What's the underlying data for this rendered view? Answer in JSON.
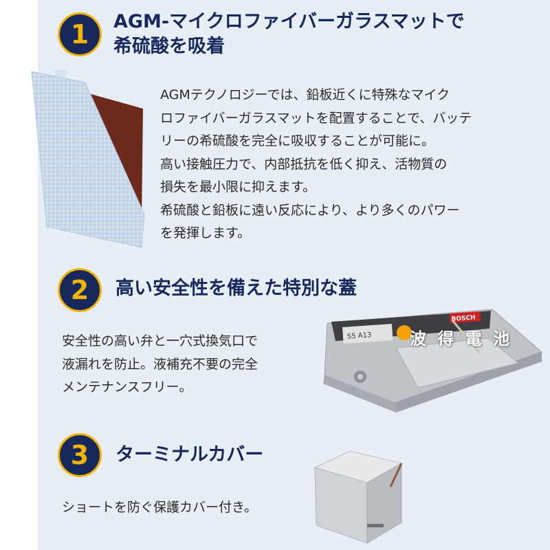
{
  "sections": [
    {
      "number": "1",
      "title_lines": [
        "AGM-マイクロファイバーガラスマットで",
        "希硫酸を吸着"
      ],
      "body_lines": [
        "AGMテクノロジーでは、鉛板近くに特殊なマイク",
        "ロファイバーガラスマットを配置することで、バッテ",
        "リーの希硫酸を完全に吸収することが可能に。",
        "高い接触圧力で、内部抵抗を低く抑え、活物質の",
        "損失を最小限に抑えます。",
        "希硫酸と鉛板に遠い反応により、より多くのパワー",
        "を発揮します。"
      ]
    },
    {
      "number": "2",
      "title": "高い安全性を備えた特別な蓋",
      "body_lines": [
        "安全性の高い弁と一穴式換気口で",
        "液漏れを防止。液補充不要の完全",
        "メンテナンスフリー。"
      ]
    },
    {
      "number": "3",
      "title": "ターミナルカバー",
      "body_lines": [
        "ショートを防ぐ保護カバー付き。"
      ]
    }
  ],
  "product_labels": {
    "brand": "BOSCH",
    "model": "S5 A13"
  },
  "watermark": "波 得 電 池",
  "colors": {
    "navy": "#17295c",
    "gold": "#f2b300",
    "panel": "#e7eef6",
    "text": "#2a2a2a"
  }
}
